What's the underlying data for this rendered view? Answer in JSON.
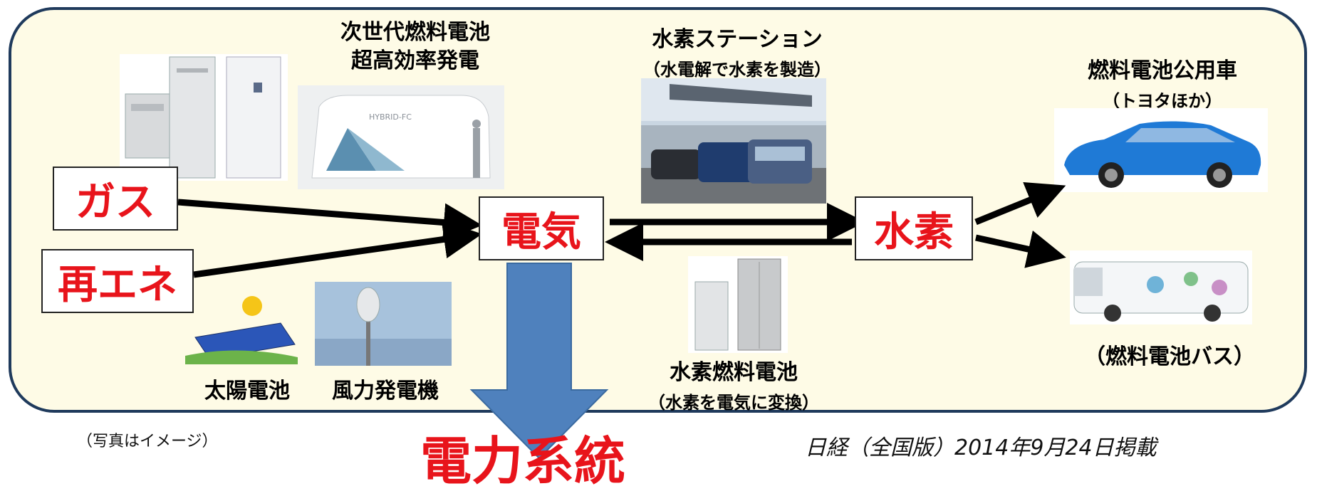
{
  "labels": {
    "next_gen_fc": [
      "次世代燃料電池",
      "超高効率発電"
    ],
    "h2_station_title": "水素ステーション",
    "h2_station_sub": "（水電解で水素を製造）",
    "fcv_title": "燃料電池公用車",
    "fcv_sub": "（トヨタほか）",
    "fc_bus": "（燃料電池バス）",
    "h2_fuel_cell_title": "水素燃料電池",
    "h2_fuel_cell_sub": "（水素を電気に変換）",
    "solar": "太陽電池",
    "wind": "風力発電機"
  },
  "nodes": {
    "gas": "ガス",
    "renewable": "再エネ",
    "electricity": "電気",
    "hydrogen": "水素"
  },
  "footer": {
    "photo_note": "（写真はイメージ）",
    "credit": "日経（全国版）2014年9月24日掲載",
    "bottom_text": "電力系統"
  },
  "images": {
    "hybrid_fc_text": "HYBRID-FC"
  },
  "colors": {
    "panel_bg": "#fefbe6",
    "panel_border": "#1f3a5c",
    "node_text": "#e8141b",
    "down_arrow": "#4f81bd"
  }
}
